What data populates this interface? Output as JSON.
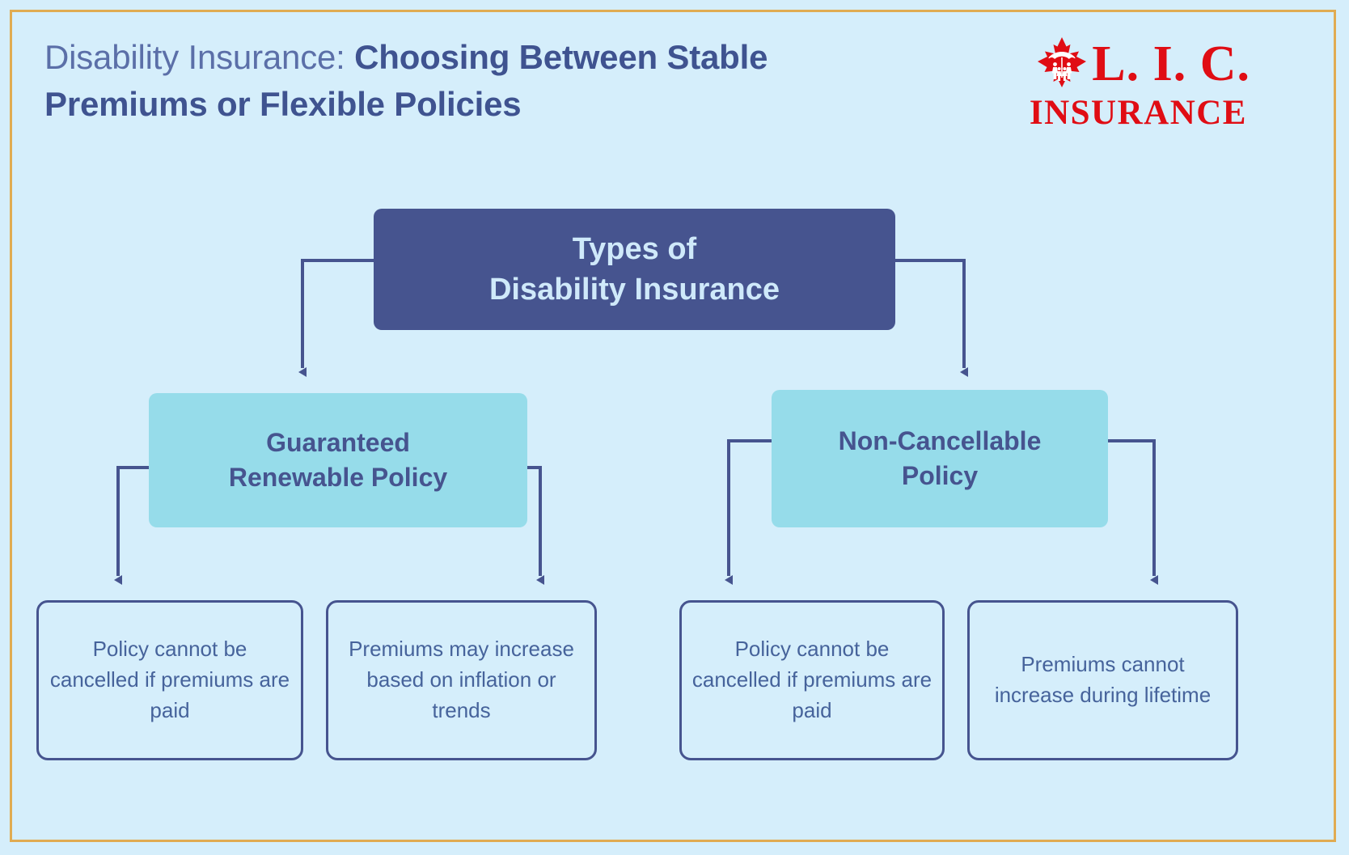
{
  "page": {
    "background_color": "#d5eefb",
    "frame_color": "#e0ab52",
    "accent_dark": "#46548f",
    "accent_cyan": "#96dcea",
    "logo_red": "#e00d14"
  },
  "header": {
    "title_light": "Disability Insurance: ",
    "title_bold": "Choosing Between Stable Premiums or Flexible Policies",
    "logo": {
      "mark": "maple-leaf-family-umbrella",
      "wordmark": "L. I. C.",
      "subtitle": "INSURANCE"
    }
  },
  "diagram": {
    "root": {
      "label_line1": "Types of",
      "label_line2": "Disability Insurance"
    },
    "branches": [
      {
        "id": "guaranteed-renewable",
        "label_line1": "Guaranteed",
        "label_line2": "Renewable Policy",
        "leaves": [
          {
            "id": "gr-leaf-1",
            "text": "Policy cannot be cancelled if premiums are paid"
          },
          {
            "id": "gr-leaf-2",
            "text": "Premiums may increase based on inflation or trends"
          }
        ]
      },
      {
        "id": "non-cancellable",
        "label_line1": "Non-Cancellable",
        "label_line2": "Policy",
        "leaves": [
          {
            "id": "nc-leaf-1",
            "text": "Policy cannot be cancelled if premiums are paid"
          },
          {
            "id": "nc-leaf-2",
            "text": "Premiums cannot increase during lifetime"
          }
        ]
      }
    ]
  }
}
